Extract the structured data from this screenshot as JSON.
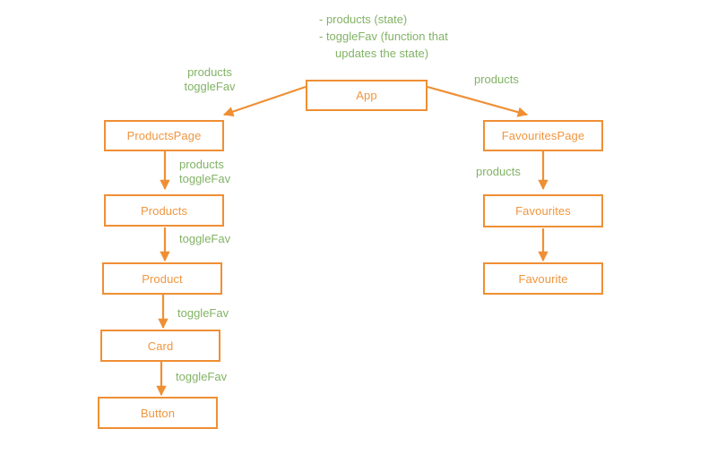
{
  "diagram": {
    "title": "React prop drilling component tree",
    "colors": {
      "node_border": "#ef8f34",
      "node_text": "#f0963f",
      "label_text": "#82b366",
      "background": "#ffffff"
    },
    "legend": {
      "line1": "- products (state)",
      "line2": "- toggleFav (function that",
      "line3": "updates the state)"
    },
    "nodes": [
      {
        "id": "app",
        "label": "App"
      },
      {
        "id": "products-page",
        "label": "ProductsPage"
      },
      {
        "id": "products",
        "label": "Products"
      },
      {
        "id": "product",
        "label": "Product"
      },
      {
        "id": "card",
        "label": "Card"
      },
      {
        "id": "button",
        "label": "Button"
      },
      {
        "id": "favourites-page",
        "label": "FavouritesPage"
      },
      {
        "id": "favourites",
        "label": "Favourites"
      },
      {
        "id": "favourite",
        "label": "Favourite"
      }
    ],
    "edge_labels": [
      {
        "id": "app-to-products-page",
        "line1": "products",
        "line2": "toggleFav"
      },
      {
        "id": "app-to-favourites-page",
        "line1": "products",
        "line2": ""
      },
      {
        "id": "products-page-to-products",
        "line1": "products",
        "line2": "toggleFav"
      },
      {
        "id": "products-to-product",
        "line1": "toggleFav",
        "line2": ""
      },
      {
        "id": "product-to-card",
        "line1": "toggleFav",
        "line2": ""
      },
      {
        "id": "card-to-button",
        "line1": "toggleFav",
        "line2": ""
      },
      {
        "id": "favourites-page-to-favourites",
        "line1": "products",
        "line2": ""
      }
    ]
  }
}
